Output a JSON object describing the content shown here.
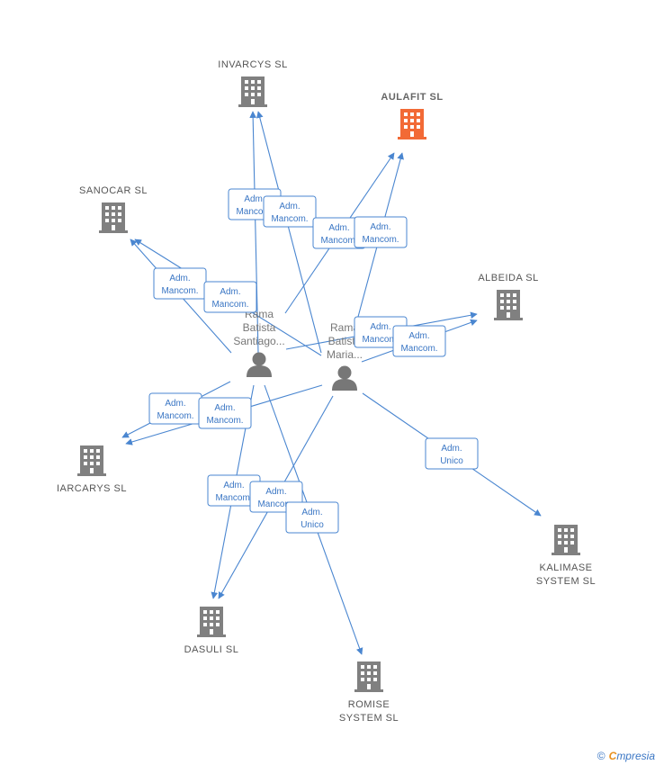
{
  "colors": {
    "edge": "#4a86d0",
    "company": "#808080",
    "company_main": "#f26a36",
    "person": "#777777"
  },
  "companies": [
    {
      "id": "invarcys",
      "lines": [
        "INVARCYS  SL"
      ],
      "icon": "building-icon",
      "main": false
    },
    {
      "id": "aulafit",
      "lines": [
        "AULAFIT  SL"
      ],
      "icon": "building-icon",
      "main": true
    },
    {
      "id": "sanocar",
      "lines": [
        "SANOCAR  SL"
      ],
      "icon": "building-icon",
      "main": false
    },
    {
      "id": "albeida",
      "lines": [
        "ALBEIDA  SL"
      ],
      "icon": "building-icon",
      "main": false
    },
    {
      "id": "iarcarys",
      "lines": [
        "IARCARYS  SL"
      ],
      "icon": "building-icon",
      "main": false
    },
    {
      "id": "kalimase",
      "lines": [
        "KALIMASE",
        "SYSTEM  SL"
      ],
      "icon": "building-icon",
      "main": false
    },
    {
      "id": "dasuli",
      "lines": [
        "DASULI  SL"
      ],
      "icon": "building-icon",
      "main": false
    },
    {
      "id": "romise",
      "lines": [
        "ROMISE",
        "SYSTEM  SL"
      ],
      "icon": "building-icon",
      "main": false
    }
  ],
  "persons": [
    {
      "id": "p1",
      "lines": [
        "Rama",
        "Batista",
        "Santiago..."
      ],
      "icon": "person-icon"
    },
    {
      "id": "p2",
      "lines": [
        "Rama",
        "Batista",
        "Maria..."
      ],
      "icon": "person-icon"
    }
  ],
  "edges": [
    {
      "from": "p1",
      "to": "invarcys",
      "label": [
        "Adm.",
        "Mancom."
      ]
    },
    {
      "from": "p2",
      "to": "invarcys",
      "label": [
        "Adm.",
        "Mancom."
      ]
    },
    {
      "from": "p1",
      "to": "aulafit",
      "label": [
        "Adm.",
        "Mancom."
      ]
    },
    {
      "from": "p2",
      "to": "aulafit",
      "label": [
        "Adm.",
        "Mancom."
      ]
    },
    {
      "from": "p1",
      "to": "sanocar",
      "label": [
        "Adm.",
        "Mancom."
      ]
    },
    {
      "from": "p2",
      "to": "sanocar",
      "label": [
        "Adm.",
        "Mancom."
      ]
    },
    {
      "from": "p1",
      "to": "albeida",
      "label": [
        "Adm.",
        "Mancom."
      ]
    },
    {
      "from": "p2",
      "to": "albeida",
      "label": [
        "Adm.",
        "Mancom."
      ]
    },
    {
      "from": "p1",
      "to": "iarcarys",
      "label": [
        "Adm.",
        "Mancom."
      ]
    },
    {
      "from": "p2",
      "to": "iarcarys",
      "label": [
        "Adm.",
        "Mancom."
      ]
    },
    {
      "from": "p1",
      "to": "dasuli",
      "label": [
        "Adm.",
        "Mancom."
      ]
    },
    {
      "from": "p2",
      "to": "dasuli",
      "label": [
        "Adm.",
        "Mancom."
      ]
    },
    {
      "from": "p1",
      "to": "romise",
      "label": [
        "Adm.",
        "Unico"
      ]
    },
    {
      "from": "p2",
      "to": "kalimase",
      "label": [
        "Adm.",
        "Unico"
      ]
    }
  ],
  "footer": {
    "copyright": "©",
    "brand_first": "C",
    "brand_rest": "mpresia"
  }
}
